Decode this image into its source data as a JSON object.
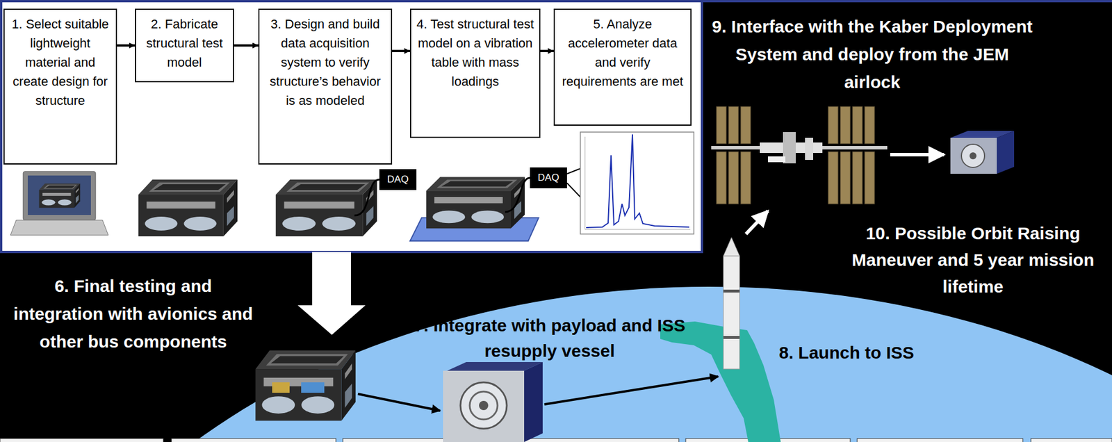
{
  "diagram": {
    "nodes": [
      {
        "text": [
          "1. Select suitable lightweight material and create design for structure"
        ]
      },
      {
        "text": [
          "2. Fabricate structural test model"
        ]
      },
      {
        "text": [
          "3. Design and build data acquisition system to verify structure’s behavior is as modeled"
        ]
      },
      {
        "text": [
          "4. Test structural test model on a vibration table with mass loadings"
        ]
      },
      {
        "text": [
          "5. Analyze accelerometer data and verify requirements are met"
        ]
      },
      {
        "text": [
          "DAQ"
        ]
      },
      {
        "text": [
          "DAQ"
        ]
      }
    ],
    "edges": [
      {
        "from": 0,
        "to": 1,
        "arrow": "to"
      },
      {
        "from": 1,
        "to": 2,
        "arrow": "to"
      },
      {
        "from": 2,
        "to": 3,
        "arrow": "to"
      },
      {
        "from": 3,
        "to": 4,
        "arrow": "to"
      }
    ],
    "labels": [
      "6. Final testing and integration with avionics and other bus components",
      "7. Integrate with payload and ISS resupply vessel",
      "8. Launch to ISS",
      "9. Interface with the Kaber Deployment System and deploy from the JEM airlock",
      "10. Possible Orbit Raising Maneuver and 5 year mission lifetime"
    ]
  }
}
